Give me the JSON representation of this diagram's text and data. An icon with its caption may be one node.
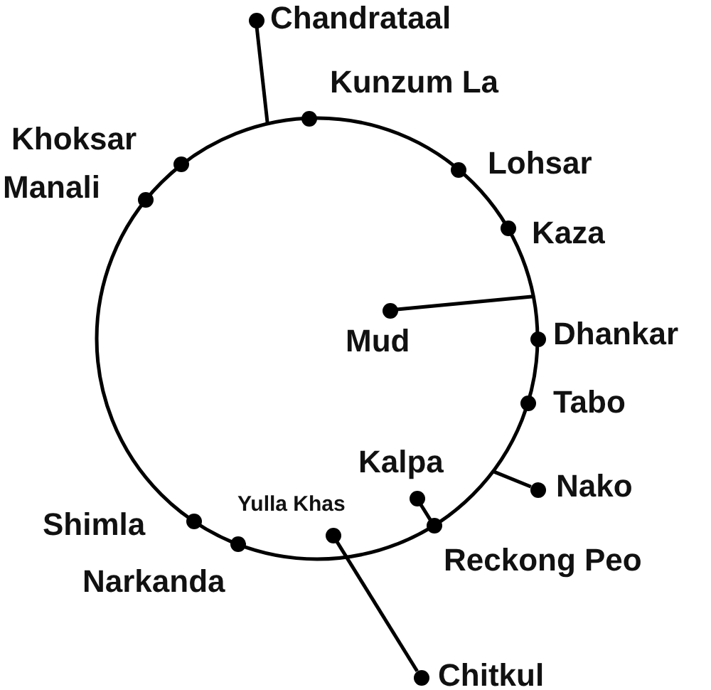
{
  "diagram": {
    "nodes": [
      {
        "text": [
          "Chandrataal"
        ]
      },
      {
        "text": [
          "Kunzum La"
        ]
      },
      {
        "text": [
          "Khoksar"
        ]
      },
      {
        "text": [
          "Manali"
        ]
      },
      {
        "text": [
          "Lohsar"
        ]
      },
      {
        "text": [
          "Kaza"
        ]
      },
      {
        "text": [
          "Mud"
        ],
        "in": 16
      },
      {
        "text": [
          "Dhankar"
        ]
      },
      {
        "text": [
          "Tabo"
        ]
      },
      {
        "text": [
          "Kalpa"
        ],
        "in": 16
      },
      {
        "text": [
          "Nako"
        ]
      },
      {
        "text": [
          "Yulla Khas"
        ],
        "in": 16
      },
      {
        "text": [
          "Shimla"
        ]
      },
      {
        "text": [
          "Reckong Peo"
        ]
      },
      {
        "text": [
          "Narkanda"
        ]
      },
      {
        "text": [
          "Chitkul"
        ]
      },
      {
        "text": [],
        "shape": "circle"
      }
    ],
    "edges": [
      {
        "from": 0,
        "to": 16,
        "arrow": "none"
      },
      {
        "from": 6,
        "to": 16,
        "arrow": "none"
      },
      {
        "from": 10,
        "to": 16,
        "arrow": "none"
      },
      {
        "from": 9,
        "to": 13,
        "arrow": "none"
      },
      {
        "from": 11,
        "to": 15,
        "arrow": "none"
      }
    ]
  }
}
